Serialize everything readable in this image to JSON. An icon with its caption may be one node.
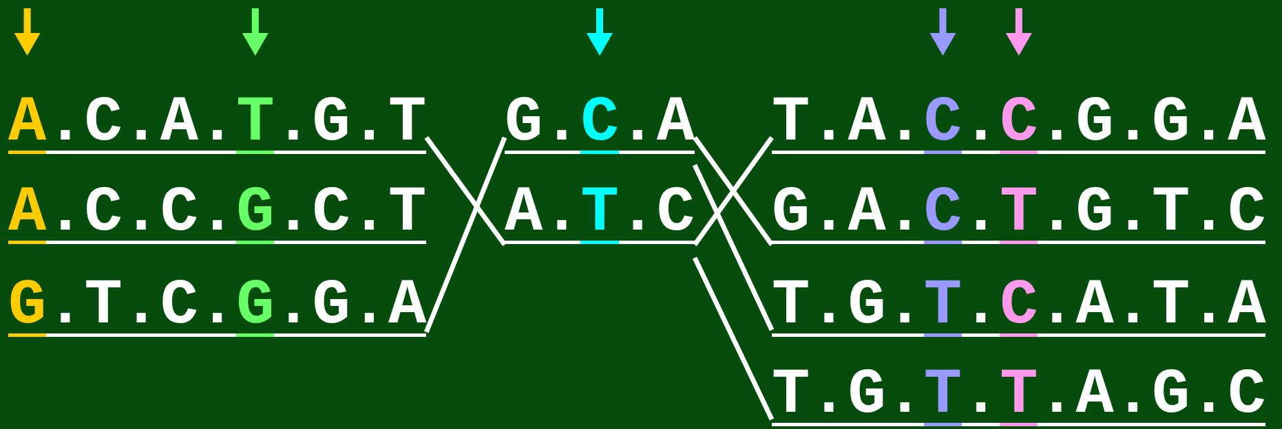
{
  "diagram": {
    "nodes": [
      {
        "text": [
          "A.C.A.T.G.T"
        ]
      },
      {
        "text": [
          "A.C.C.G.C.T"
        ]
      },
      {
        "text": [
          "G.T.C.G.G.A"
        ]
      },
      {
        "text": [
          "G.C.A"
        ]
      },
      {
        "text": [
          "A.T.C"
        ]
      },
      {
        "text": [
          "T.A.C.C.G.G.A"
        ]
      },
      {
        "text": [
          "G.A.C.T.G.T.C"
        ]
      },
      {
        "text": [
          "T.G.T.C.A.T.A"
        ]
      },
      {
        "text": [
          "T.G.T.T.A.G.C"
        ]
      }
    ],
    "edges": [
      {
        "from": 0,
        "to": 4,
        "arrow": "none"
      },
      {
        "from": 2,
        "to": 3,
        "arrow": "none"
      },
      {
        "from": 3,
        "to": 6,
        "arrow": "none"
      },
      {
        "from": 4,
        "to": 5,
        "arrow": "none"
      },
      {
        "from": 3,
        "to": 7,
        "arrow": "none"
      },
      {
        "from": 4,
        "to": 8,
        "arrow": "none"
      }
    ]
  }
}
